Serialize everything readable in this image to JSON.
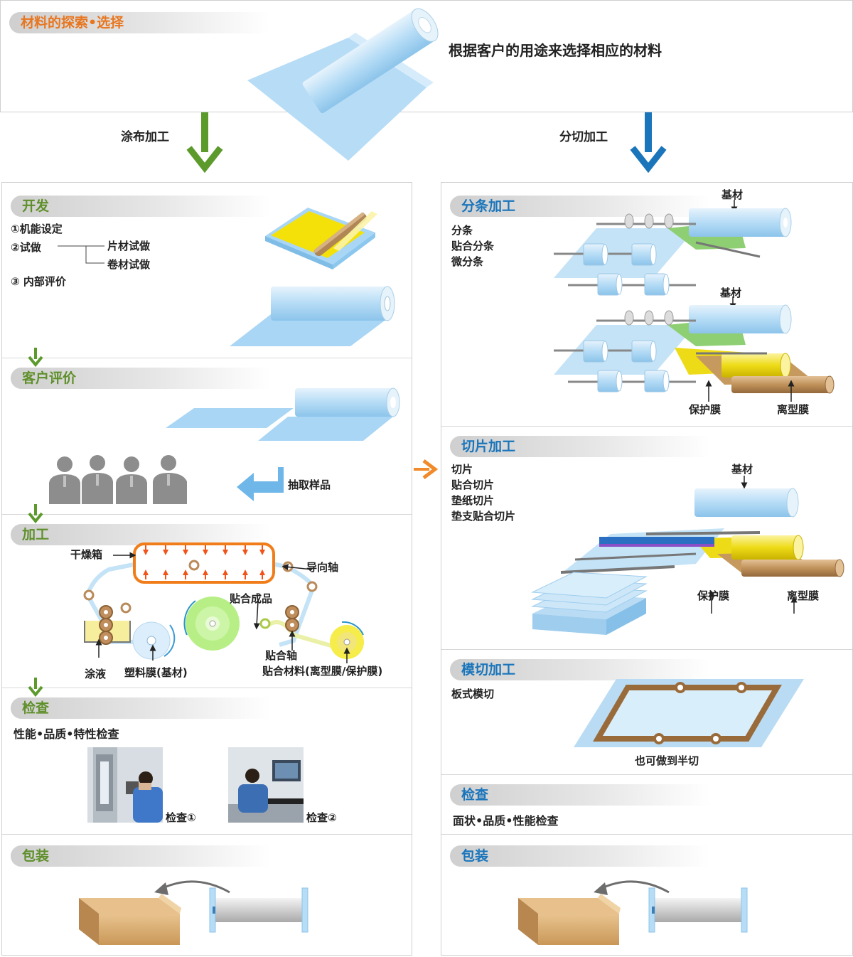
{
  "top": {
    "header": "材料的探索•选择",
    "description": "根据客户的用途来选择相应的材料",
    "left_arrow_label": "涂布加工",
    "right_arrow_label": "分切加工"
  },
  "left": {
    "dev": {
      "header": "开发",
      "item1": "①机能设定",
      "item2": "②试做",
      "item2a": "片材试做",
      "item2b": "卷材试做",
      "item3": "③ 内部评价"
    },
    "customer": {
      "header": "客户评价",
      "sample_label": "抽取样品"
    },
    "process": {
      "header": "加工",
      "dryer": "干燥箱",
      "guide_roll": "导向轴",
      "laminated_product": "贴合成品",
      "laminating_roll": "贴合轴",
      "coating_liquid": "涂液",
      "plastic_film": "塑料膜(基材)",
      "laminating_material": "贴合材料(离型膜/保护膜)"
    },
    "inspect": {
      "header": "检查",
      "description": "性能•品质•特性检查",
      "photo1_label": "检查①",
      "photo2_label": "检查②"
    },
    "pack": {
      "header": "包装"
    }
  },
  "right": {
    "slit": {
      "header": "分条加工",
      "items": [
        "分条",
        "贴合分条",
        "微分条"
      ],
      "base1": "基材",
      "base2": "基材",
      "protect": "保护膜",
      "release": "离型膜"
    },
    "sheet": {
      "header": "切片加工",
      "items": [
        "切片",
        "贴合切片",
        "垫纸切片",
        "垫支贴合切片"
      ],
      "base": "基材",
      "protect": "保护膜",
      "release": "离型膜"
    },
    "diecut": {
      "header": "模切加工",
      "item": "板式模切",
      "note": "也可做到半切"
    },
    "inspect": {
      "header": "检查",
      "description": "面状•品质•性能检查"
    },
    "pack": {
      "header": "包装"
    }
  },
  "colors": {
    "orange": "#e8761f",
    "green": "#5f8f2a",
    "blue": "#1a75bb",
    "film": "#a9d6f5",
    "yellow": "#f2dd10",
    "brown": "#b8864f"
  }
}
